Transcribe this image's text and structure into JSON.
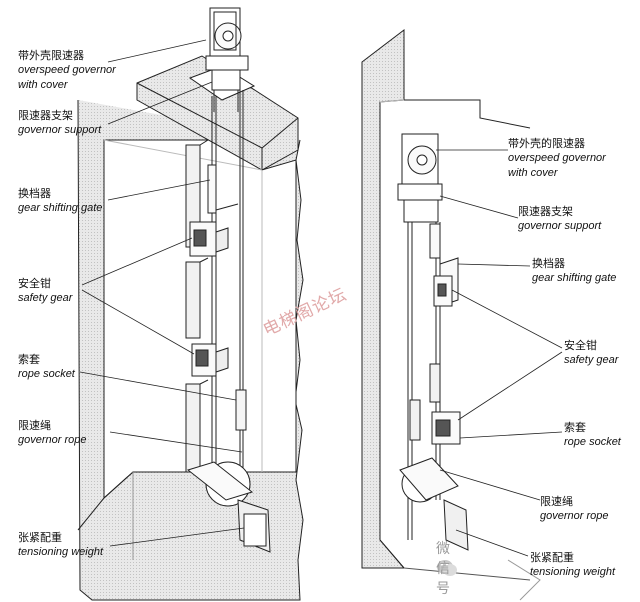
{
  "left": {
    "labels": [
      {
        "zh": "带外壳限速器",
        "en": "overspeed governor",
        "en2": "with cover"
      },
      {
        "zh": "限速器支架",
        "en": "governor support"
      },
      {
        "zh": "换档器",
        "en": "gear shifting gate"
      },
      {
        "zh": "安全钳",
        "en": "safety gear"
      },
      {
        "zh": "索套",
        "en": "rope socket"
      },
      {
        "zh": "限速绳",
        "en": "governor rope"
      },
      {
        "zh": "张紧配重",
        "en": "tensioning weight"
      }
    ]
  },
  "right": {
    "labels": [
      {
        "zh": "带外壳的限速器",
        "en": "overspeed governor",
        "en2": "with cover"
      },
      {
        "zh": "限速器支架",
        "en": "governor support"
      },
      {
        "zh": "换档器",
        "en": "gear shifting gate"
      },
      {
        "zh": "安全钳",
        "en": "safety gear"
      },
      {
        "zh": "索套",
        "en": "rope socket"
      },
      {
        "zh": "限速绳",
        "en": "governor rope"
      },
      {
        "zh": "张紧配重",
        "en": "tensioning weight"
      }
    ]
  },
  "watermark": "电梯阁论坛",
  "wechat_badge": "微信号"
}
